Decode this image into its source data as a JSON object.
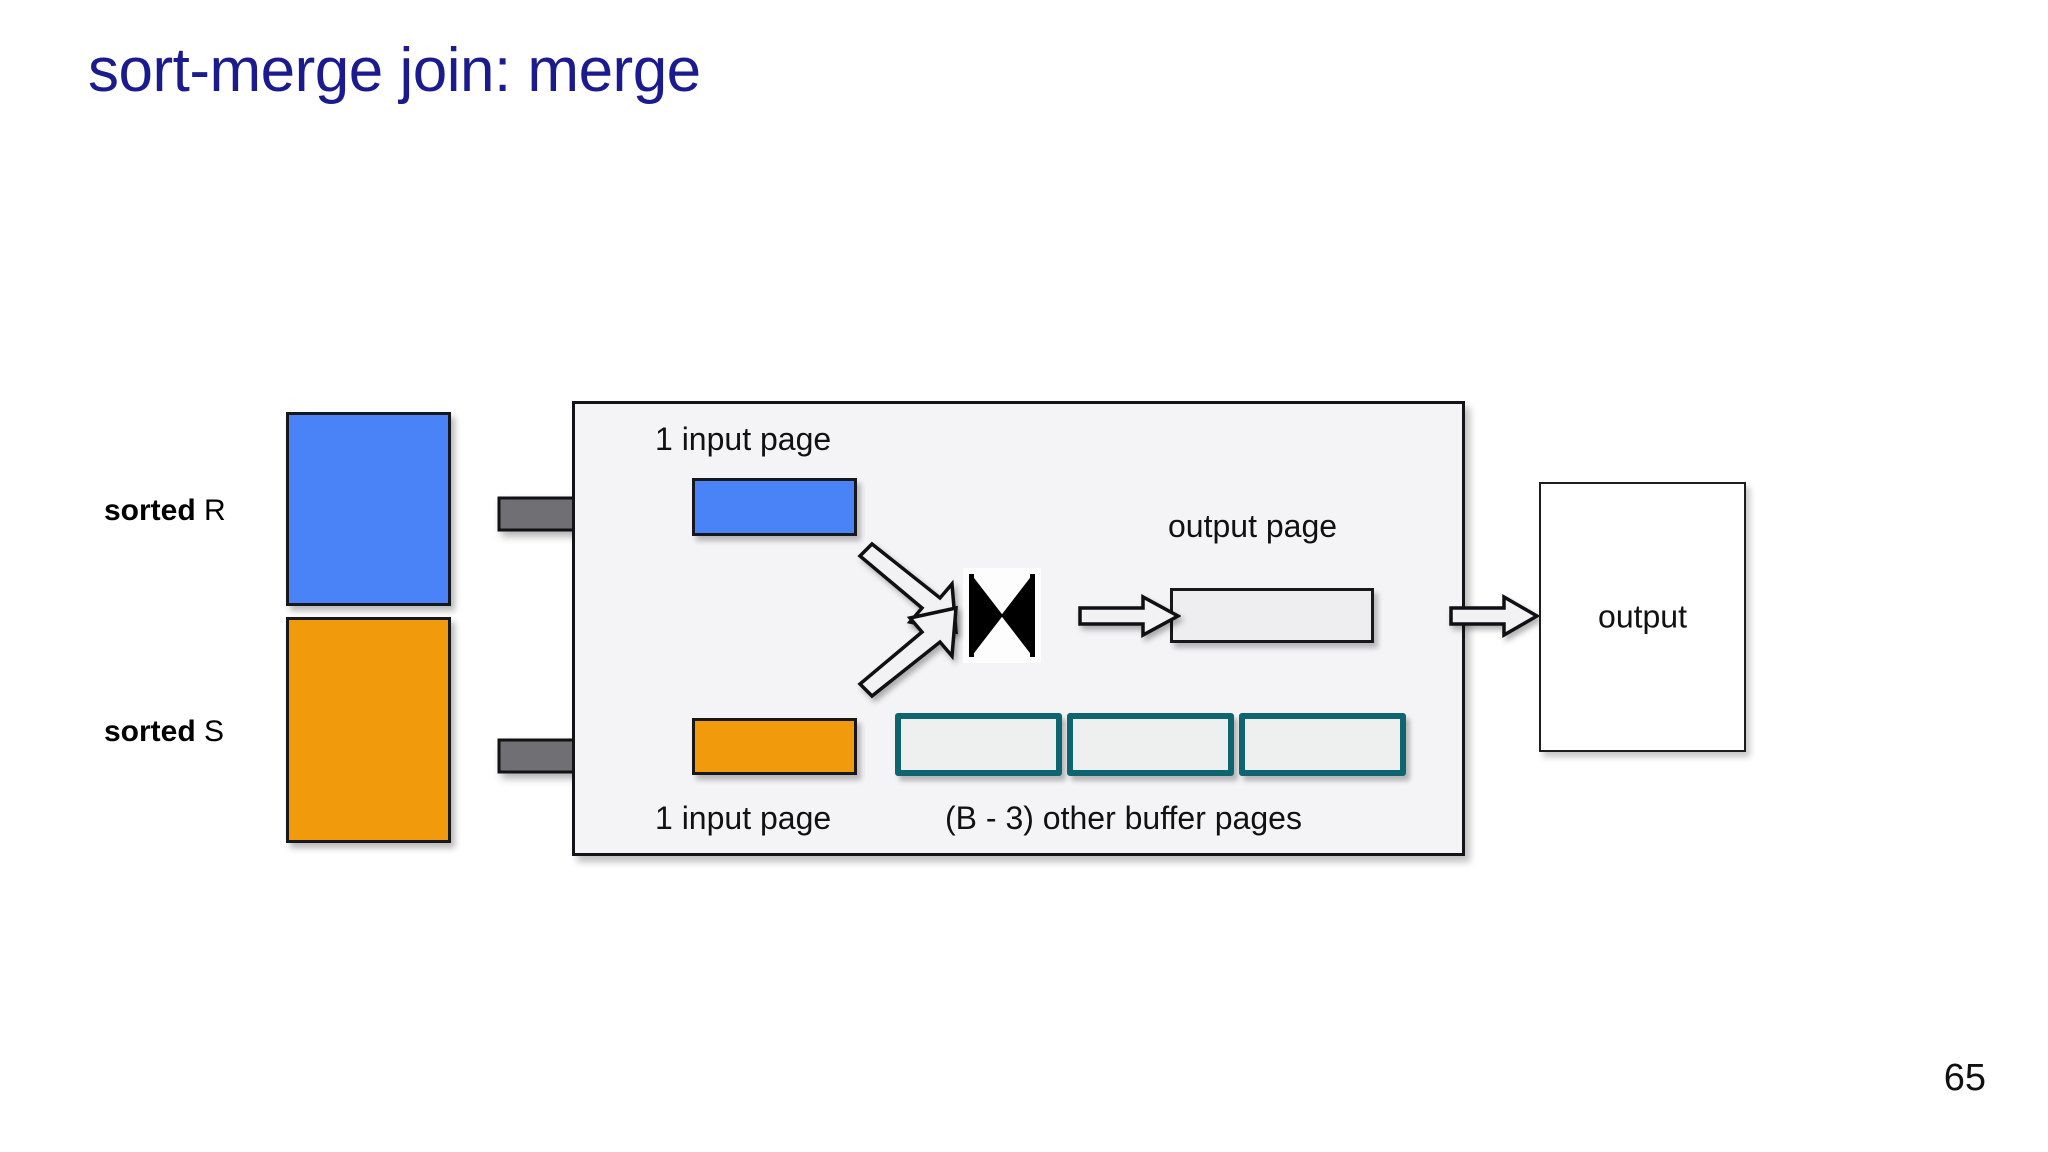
{
  "slide": {
    "title": "sort-merge join: merge",
    "number": "65",
    "title_color": "#1b1b8f",
    "background_color": "#ffffff"
  },
  "relations": {
    "r": {
      "label_bold": "sorted",
      "label_plain": "R",
      "color": "#4a82f7"
    },
    "s": {
      "label_bold": "sorted",
      "label_plain": "S",
      "color": "#f09a0c"
    }
  },
  "memory": {
    "fill_color": "#f4f4f6",
    "input_page_top_caption": "1 input page",
    "input_page_bottom_caption": "1 input page",
    "other_buffers_caption": "(B - 3) other buffer pages",
    "output_page_caption": "output page",
    "buffer_border_color": "#0f656f",
    "buffer_pages": [
      "",
      "",
      ""
    ]
  },
  "join": {
    "symbol_name": "bowtie-join-icon",
    "glyph": "⋈"
  },
  "output": {
    "label": "output"
  },
  "arrows": {
    "feed_r": "fat-grey-arrow",
    "feed_s": "fat-grey-arrow",
    "to_join_top": "hollow-arrow-down-right",
    "to_join_bottom": "hollow-arrow-up-right",
    "join_to_output_page": "hollow-arrow-right",
    "memory_to_output": "hollow-arrow-right",
    "fat_arrow_color": "#6f6f74",
    "hollow_arrow_fill": "#f2f2f4"
  }
}
